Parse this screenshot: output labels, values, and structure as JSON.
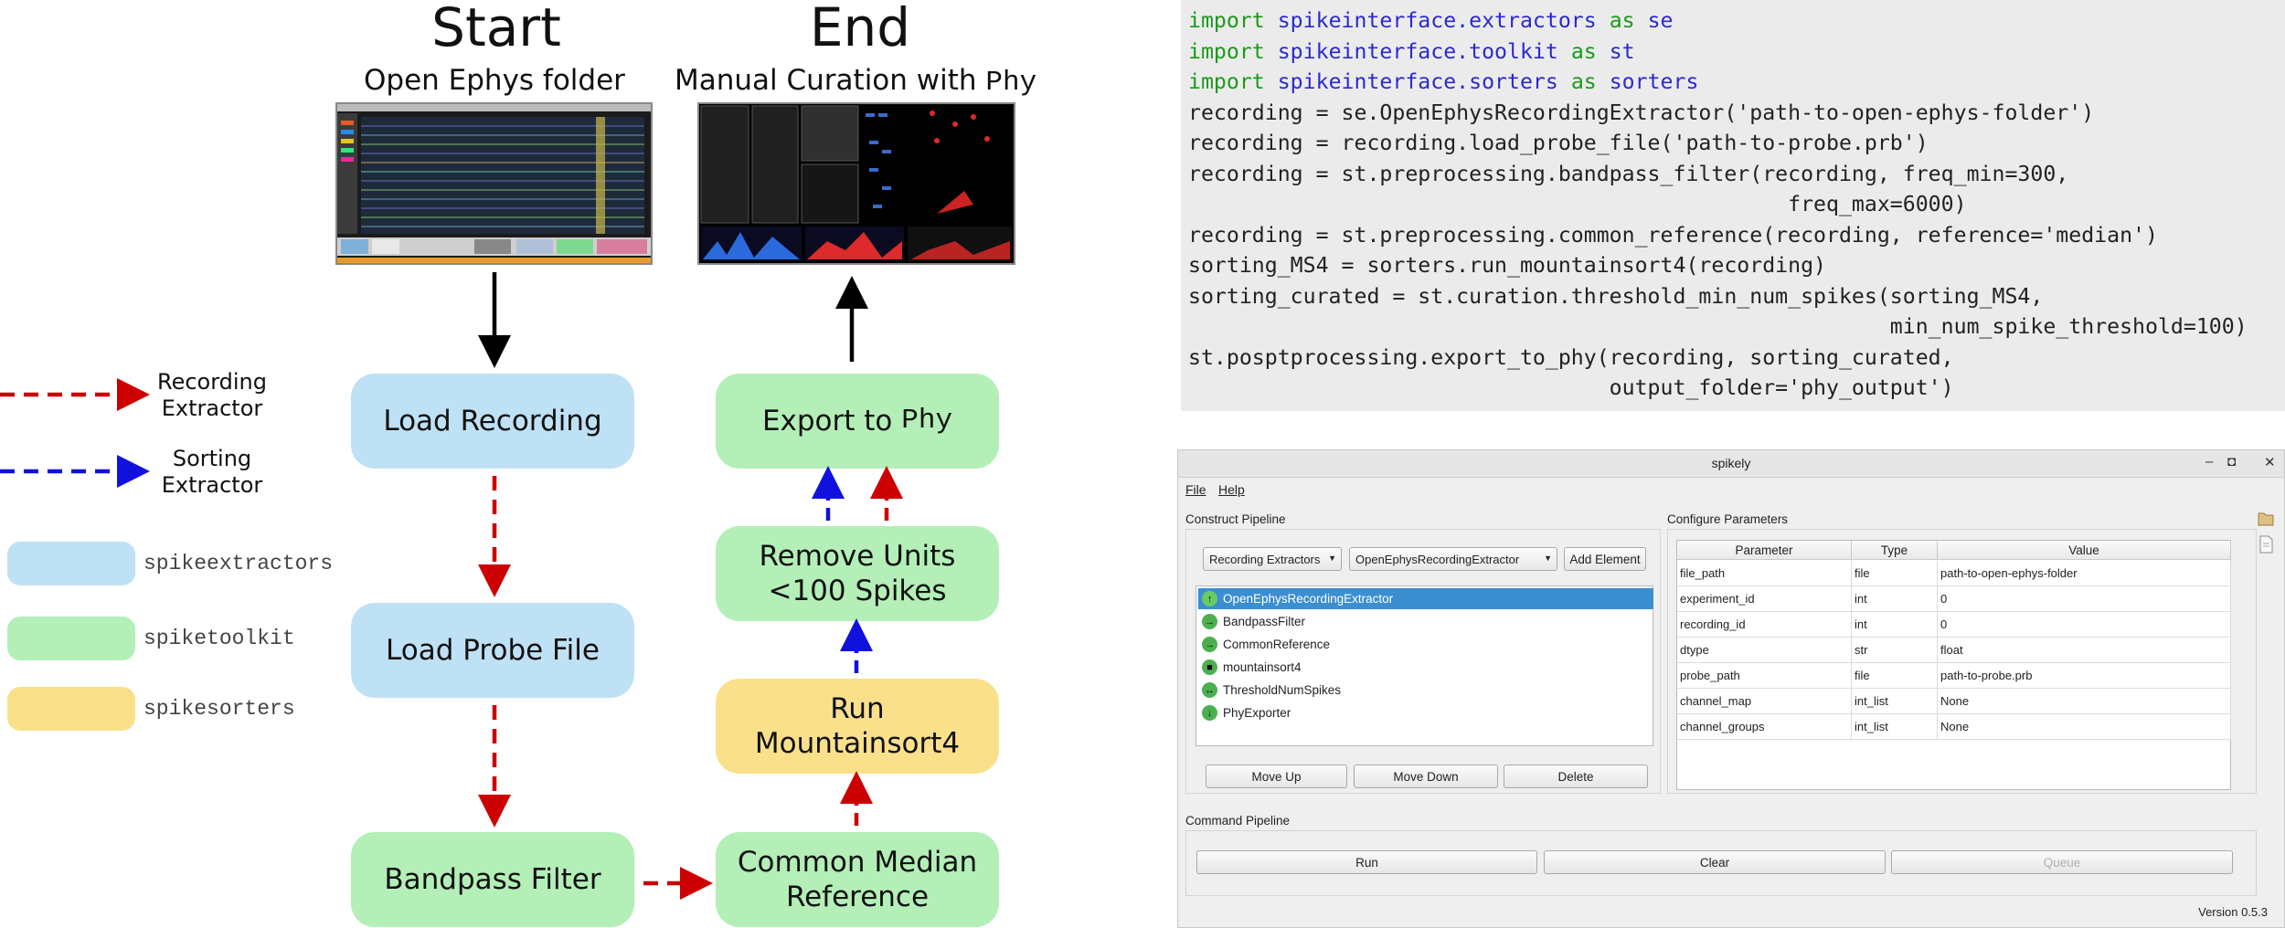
{
  "left": {
    "start_title": "Start",
    "end_title": "End",
    "start_subtitle": "Open Ephys folder",
    "end_subtitle_prefix": "Manual Curation with ",
    "end_subtitle_mono": "Phy",
    "boxes": {
      "load_recording": "Load Recording",
      "load_probe": "Load Probe File",
      "bandpass": "Bandpass Filter",
      "common_median_1": "Common Median",
      "common_median_2": "Reference",
      "run_1": "Run",
      "run_2": "Mountainsort4",
      "remove_1": "Remove Units",
      "remove_2": "<100 Spikes",
      "export_prefix": "Export to ",
      "export_mono": "Phy"
    },
    "legend": {
      "recording_1": "Recording",
      "recording_2": "Extractor",
      "sorting_1": "Sorting",
      "sorting_2": "Extractor",
      "extractors": "spikeextractors",
      "toolkit": "spiketoolkit",
      "sorters": "spikesorters"
    },
    "colors": {
      "recording_arrow": "#cc0000",
      "sorting_arrow": "#1111dd",
      "spikeextractors": "#bfe1f5",
      "spiketoolkit": "#b3efb7",
      "spikesorters": "#fbe08c"
    }
  },
  "code": {
    "l1_kw": "import",
    "l1_mod": " spikeinterface.extractors ",
    "l1_as": "as",
    "l1_alias": " se",
    "l2_kw": "import",
    "l2_mod": " spikeinterface.toolkit ",
    "l2_as": "as",
    "l2_alias": " st",
    "l3_kw": "import",
    "l3_mod": " spikeinterface.sorters ",
    "l3_as": "as",
    "l3_alias": " sorters",
    "l4": "recording = se.OpenEphysRecordingExtractor('path-to-open-ephys-folder')",
    "l5": "recording = recording.load_probe_file('path-to-probe.prb')",
    "l6": "recording = st.preprocessing.bandpass_filter(recording, freq_min=300,",
    "l7": "                                               freq_max=6000)",
    "l8": "recording = st.preprocessing.common_reference(recording, reference='median')",
    "l9": "sorting_MS4 = sorters.run_mountainsort4(recording)",
    "l10": "sorting_curated = st.curation.threshold_min_num_spikes(sorting_MS4,",
    "l11": "                                                       min_num_spike_threshold=100)",
    "l12": "st.posptprocessing.export_to_phy(recording, sorting_curated,",
    "l13": "                                 output_folder='phy_output')"
  },
  "app": {
    "title": "spikely",
    "menu": [
      "File",
      "Help"
    ],
    "construct_label": "Construct Pipeline",
    "configure_label": "Configure Parameters",
    "command_label": "Command Pipeline",
    "combo_category": "Recording Extractors",
    "combo_element": "OpenEphysRecordingExtractor",
    "add_element": "Add Element",
    "pipeline": [
      {
        "name": "OpenEphysRecordingExtractor",
        "icon": "↑"
      },
      {
        "name": "BandpassFilter",
        "icon": "→"
      },
      {
        "name": "CommonReference",
        "icon": "→"
      },
      {
        "name": "mountainsort4",
        "icon": "■"
      },
      {
        "name": "ThresholdNumSpikes",
        "icon": "↔"
      },
      {
        "name": "PhyExporter",
        "icon": "↓"
      }
    ],
    "move_up": "Move Up",
    "move_down": "Move Down",
    "delete": "Delete",
    "columns": [
      "Parameter",
      "Type",
      "Value"
    ],
    "params": [
      [
        "file_path",
        "file",
        "path-to-open-ephys-folder"
      ],
      [
        "experiment_id",
        "int",
        "0"
      ],
      [
        "recording_id",
        "int",
        "0"
      ],
      [
        "dtype",
        "str",
        "float"
      ],
      [
        "probe_path",
        "file",
        "path-to-probe.prb"
      ],
      [
        "channel_map",
        "int_list",
        "None"
      ],
      [
        "channel_groups",
        "int_list",
        "None"
      ]
    ],
    "run": "Run",
    "clear": "Clear",
    "queue": "Queue",
    "version": "Version 0.5.3"
  }
}
